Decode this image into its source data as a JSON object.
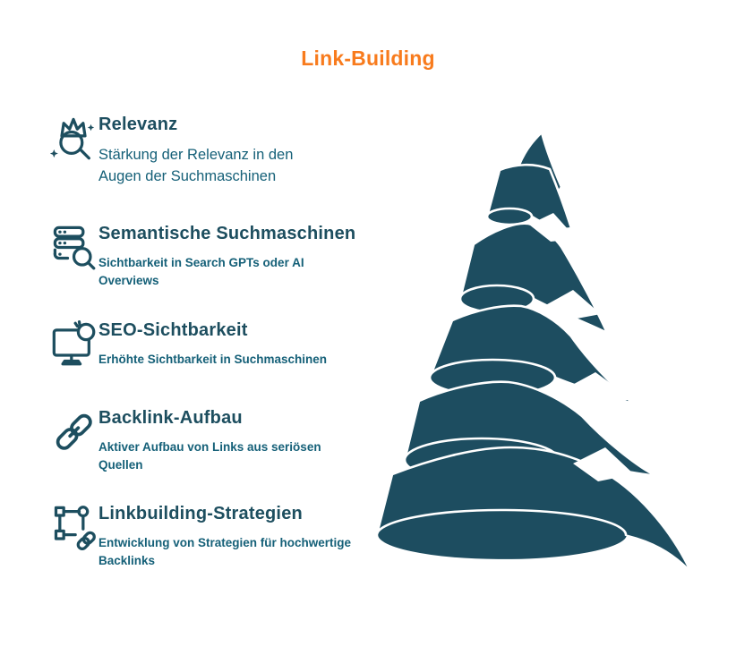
{
  "title": "Link-Building",
  "colors": {
    "accent_orange": "#f87b1d",
    "heading_teal": "#1d4e5f",
    "description_teal": "#156078",
    "illustration_teal": "#1d4d60",
    "background": "#ffffff"
  },
  "items": [
    {
      "icon": "crown-search-icon",
      "heading": "Relevanz",
      "description": "Stärkung der Relevanz in den Augen der Suchmaschinen"
    },
    {
      "icon": "database-search-icon",
      "heading": "Semantische Suchmaschinen",
      "description": "Sichtbarkeit in Search GPTs oder AI Overviews"
    },
    {
      "icon": "monitor-search-icon",
      "heading": "SEO-Sichtbarkeit",
      "description": "Erhöhte Sichtbarkeit in Suchmaschinen"
    },
    {
      "icon": "chain-link-icon",
      "heading": "Backlink-Aufbau",
      "description": "Aktiver Aufbau von Links aus seriösen Quellen"
    },
    {
      "icon": "vector-link-icon",
      "heading": "Linkbuilding-Strategien",
      "description": "Entwicklung von Strategien für hochwertige Backlinks"
    }
  ],
  "illustration": {
    "name": "spiral-cone",
    "color": "#1d4d60"
  }
}
